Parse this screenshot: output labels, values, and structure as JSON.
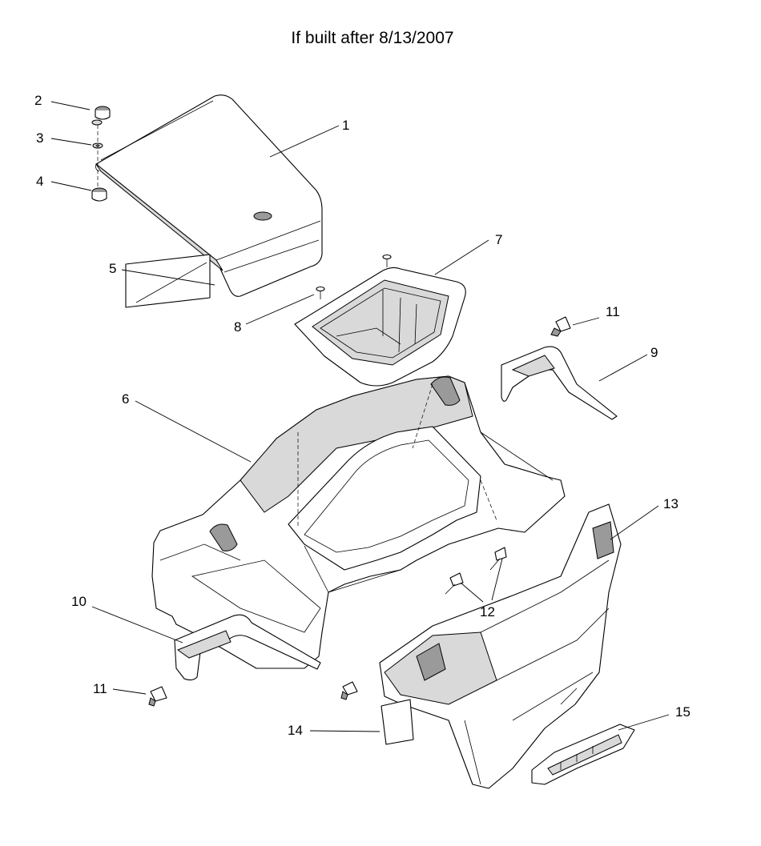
{
  "title": "If built after 8/13/2007",
  "callouts": [
    "1",
    "2",
    "3",
    "4",
    "5",
    "6",
    "7",
    "8",
    "9",
    "10",
    "11",
    "11",
    "12",
    "13",
    "14",
    "15"
  ]
}
